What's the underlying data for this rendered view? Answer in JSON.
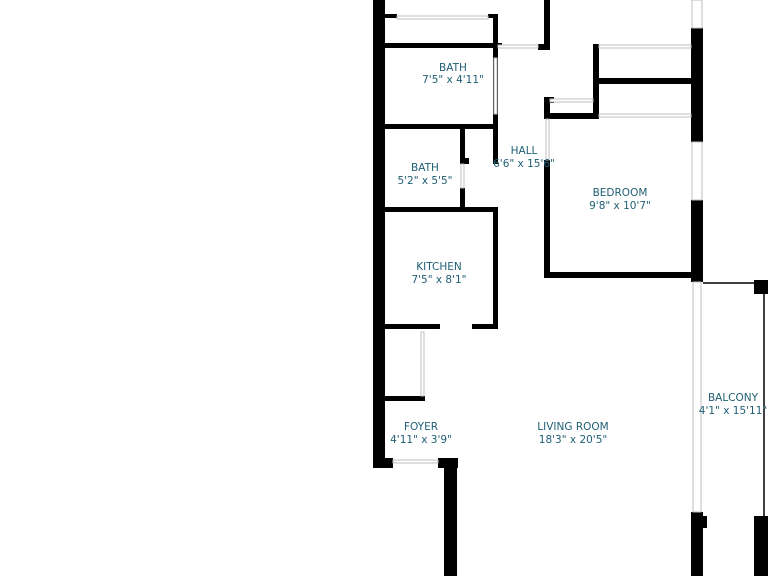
{
  "colors": {
    "wall": "#000000",
    "label": "#1f5f74",
    "background": "#ffffff"
  },
  "rooms": {
    "bath1": {
      "name": "BATH",
      "dim": "7'5\" x 4'11\""
    },
    "bath2": {
      "name": "BATH",
      "dim": "5'2\" x 5'5\""
    },
    "hall": {
      "name": "HALL",
      "dim": "6'6\" x 15'6\""
    },
    "bedroom": {
      "name": "BEDROOM",
      "dim": "9'8\" x 10'7\""
    },
    "kitchen": {
      "name": "KITCHEN",
      "dim": "7'5\" x 8'1\""
    },
    "foyer": {
      "name": "FOYER",
      "dim": "4'11\" x 3'9\""
    },
    "living": {
      "name": "LIVING ROOM",
      "dim": "18'3\" x 20'5\""
    },
    "balcony": {
      "name": "BALCONY",
      "dim": "4'1\" x 15'11\""
    }
  }
}
